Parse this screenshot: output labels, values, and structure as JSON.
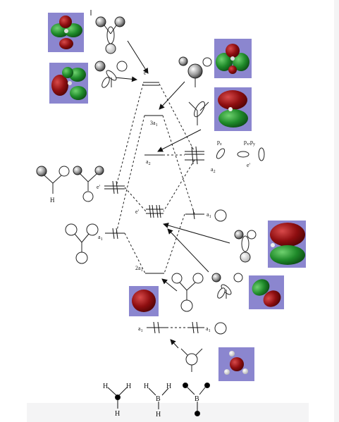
{
  "colors": {
    "orbital_panel_bg": "#8b86cf",
    "phase_positive": "#8e0e10",
    "phase_negative": "#1f8a2a",
    "outline": "#222222"
  },
  "central_levels": {
    "e_prime_top": "e'",
    "three_a1": "3a",
    "three_a1_subscript": "1",
    "a2_pp": "a",
    "a2_pp_subscript": "2",
    "e_prime_bonding": "e'",
    "two_a1": "2a",
    "two_a1_subscript": "1"
  },
  "left_levels": {
    "e_prime": "e'",
    "a1": "a",
    "a1_subscript": "1",
    "h_atom": "H"
  },
  "right_levels": {
    "p_z": "p",
    "p_z_subscript": "z",
    "p_xy": "p",
    "p_xy_subscript_x": "x",
    "p_xy_comma": ",p",
    "p_xy_subscript_y": "y",
    "a2_pp": "a",
    "a2_pp_subscript": "2",
    "e_prime": "e'",
    "a1_prime_upper": "a",
    "a1_prime_upper_subscript": "1",
    "a1_prime_lower": "a",
    "a1_prime_lower_subscript": "1"
  },
  "core_levels": {
    "a1_prime_left": "a",
    "a1_prime_left_subscript": "1",
    "a1_prime_right": "a",
    "a1_prime_right_subscript": "1"
  },
  "molecules": {
    "m1_atoms": [
      "H",
      "H",
      "H"
    ],
    "m2_atoms": [
      "H",
      "B",
      "H",
      "H"
    ],
    "m3_atoms": [
      "B"
    ]
  }
}
